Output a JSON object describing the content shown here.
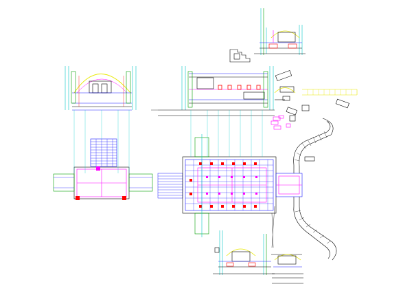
{
  "drawing": {
    "kind": "CAD plan with elevations and sections",
    "sheet_bg": "#ffffff",
    "palette": {
      "cyan": "#00c8c8",
      "blue": "#1a1aff",
      "magenta": "#ff00ff",
      "red": "#ff0000",
      "yellow": "#e8e800",
      "green": "#00a000",
      "black": "#000000",
      "gray": "#8c8c8c"
    },
    "views": [
      "left-elevation",
      "center-elevation",
      "top-right-detail",
      "bottom-right-detail",
      "main-plan",
      "left-plan",
      "conveyor-curve",
      "right-conveyor-run"
    ],
    "labels": []
  }
}
